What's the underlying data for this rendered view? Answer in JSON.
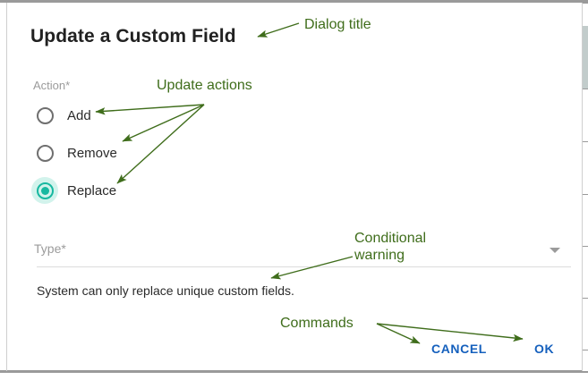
{
  "dialog": {
    "title": "Update a Custom Field",
    "action_label": "Action*",
    "radios": [
      {
        "label": "Add",
        "selected": false,
        "name": "radio-add"
      },
      {
        "label": "Remove",
        "selected": false,
        "name": "radio-remove"
      },
      {
        "label": "Replace",
        "selected": true,
        "name": "radio-replace"
      }
    ],
    "type_label": "Type*",
    "type_value": "",
    "type_caret_icon": "chevron-down-icon",
    "warning": "System can only replace unique custom fields.",
    "commands": {
      "cancel": "CANCEL",
      "ok": "OK"
    }
  },
  "annotations": [
    {
      "id": "dialog-title",
      "text": "Dialog title"
    },
    {
      "id": "update-actions",
      "text": "Update actions"
    },
    {
      "id": "conditional-warning-line1",
      "text": "Conditional"
    },
    {
      "id": "conditional-warning-line2",
      "text": "warning"
    },
    {
      "id": "commands",
      "text": "Commands"
    }
  ],
  "colors": {
    "accent_teal": "#17b8a0",
    "accent_teal_halo": "#d2f3ec",
    "command_blue": "#1560bd",
    "annotation_green": "#3f6d1b",
    "label_gray": "#9b9b9b",
    "text_dark": "#2a2a2a",
    "frame_gray": "#9a9a9a"
  }
}
